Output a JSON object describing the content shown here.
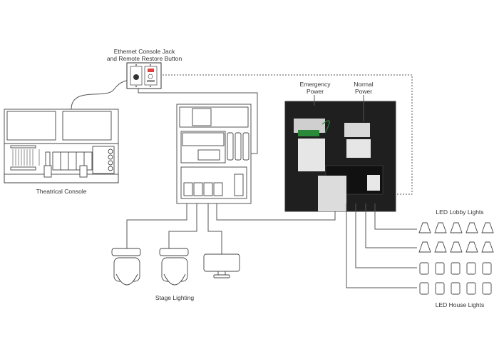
{
  "diagram": {
    "labels": {
      "ethernet_jack_line1": "Ethernet Console Jack",
      "ethernet_jack_line2": "and Remote Restore Button",
      "emergency_line1": "Emergency",
      "emergency_line2": "Power",
      "normal_line1": "Normal",
      "normal_line2": "Power",
      "theatrical_console": "Theatrical Console",
      "stage_lighting": "Stage Lighting",
      "led_lobby_lights": "LED Lobby Lights",
      "led_house_lights": "LED House Lights"
    },
    "colors": {
      "line": "#555555",
      "panel_dark": "#1f1f1f",
      "outline": "#444444",
      "accent_red": "#e04040",
      "wire_green": "#2a8a3a"
    },
    "fixtures": {
      "lobby_rows": 2,
      "house_rows": 2,
      "per_row": 5,
      "moving_heads": 2,
      "led_panels": 1
    }
  }
}
